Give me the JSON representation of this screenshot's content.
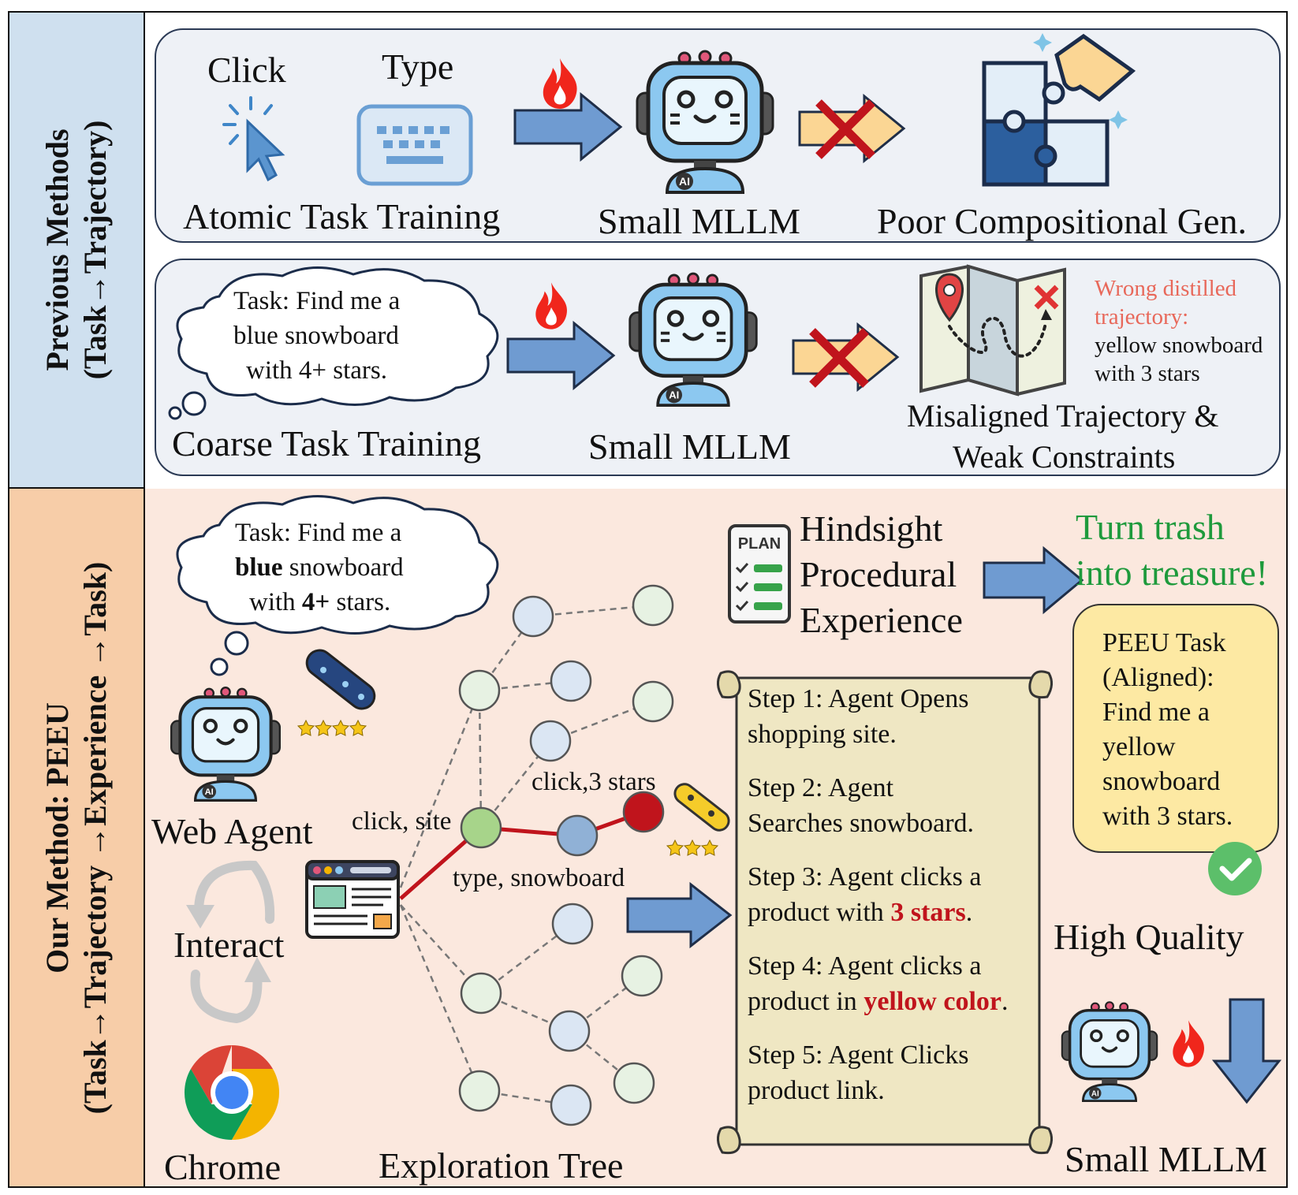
{
  "side_labels": {
    "top_line1": "Previous Methods",
    "top_line2": "(Task→Trajectory)",
    "bottom_line1": "Our Method: PEEU",
    "bottom_line2": "(Task→Trajectory →Experience →Task)"
  },
  "panel1": {
    "click": "Click",
    "type": "Type",
    "atomic": "Atomic Task Training",
    "mllm": "Small MLLM",
    "poor": "Poor Compositional Gen."
  },
  "panel2": {
    "task_line1": "Task: Find me a",
    "task_line2": "blue snowboard",
    "task_line3": "with 4+ stars.",
    "coarse": "Coarse Task Training",
    "mllm": "Small MLLM",
    "wrong_line1": "Wrong distilled",
    "wrong_line2": "trajectory:",
    "wrong_line3": "yellow snowboard",
    "wrong_line4": "with 3 stars",
    "misaligned_line1": "Misaligned Trajectory &",
    "misaligned_line2": "Weak Constraints"
  },
  "bottom": {
    "task_line1": "Task: Find me a",
    "task_blue": "blue",
    "task_line2_rest": " snowboard",
    "task_with": "with ",
    "task_stars": "4+",
    "task_end": " stars.",
    "web_agent": "Web Agent",
    "interact": "Interact",
    "chrome": "Chrome",
    "click_site": "click, site",
    "click_3stars": "click,3 stars",
    "type_snowboard": "type, snowboard",
    "exploration_tree": "Exploration Tree",
    "plan_label": "PLAN",
    "hindsight_line1": "Hindsight",
    "hindsight_line2": "Procedural",
    "hindsight_line3": "Experience",
    "turn_line1": "Turn  trash",
    "turn_line2": "into treasure!",
    "high_quality": "High Quality",
    "small_mllm": "Small MLLM",
    "steps": {
      "s1a": "Step 1: Agent Opens",
      "s1b": "shopping site.",
      "s2a": "Step 2: Agent",
      "s2b": "Searches snowboard.",
      "s3a": "Step 3: Agent clicks a",
      "s3b": "product with ",
      "s3c": "3 stars",
      "s3d": ".",
      "s4a": "Step 4: Agent clicks a",
      "s4b": "product in ",
      "s4c": "yellow color",
      "s4d": ".",
      "s5a": "Step 5: Agent Clicks",
      "s5b": "product link."
    },
    "peeu": {
      "l1": "PEEU Task",
      "l2": "(Aligned):",
      "l3": "Find me a",
      "l4": "yellow",
      "l5": "snowboard",
      "l6": "with 3 stars."
    }
  },
  "colors": {
    "top_side": "#cfe0ef",
    "bottom_side": "#f7cda8",
    "bottom_bg": "#fbe8de",
    "arrow_blue": "#6f9bd1",
    "arrow_yellow": "#fbd694",
    "cross_red": "#c0141c",
    "wrong_text": "#e8685a",
    "turn_green": "#1e9a3c",
    "peeu_box": "#fde9a3",
    "path_red": "#c0141c"
  },
  "icons": [
    "fire-icon",
    "cursor-click-icon",
    "keyboard-icon",
    "robot-icon",
    "puzzle-icon",
    "map-icon",
    "snowboard-icon",
    "chrome-icon",
    "browser-icon",
    "plan-checklist-icon",
    "scroll-icon",
    "check-icon",
    "cycle-arrows-icon"
  ]
}
